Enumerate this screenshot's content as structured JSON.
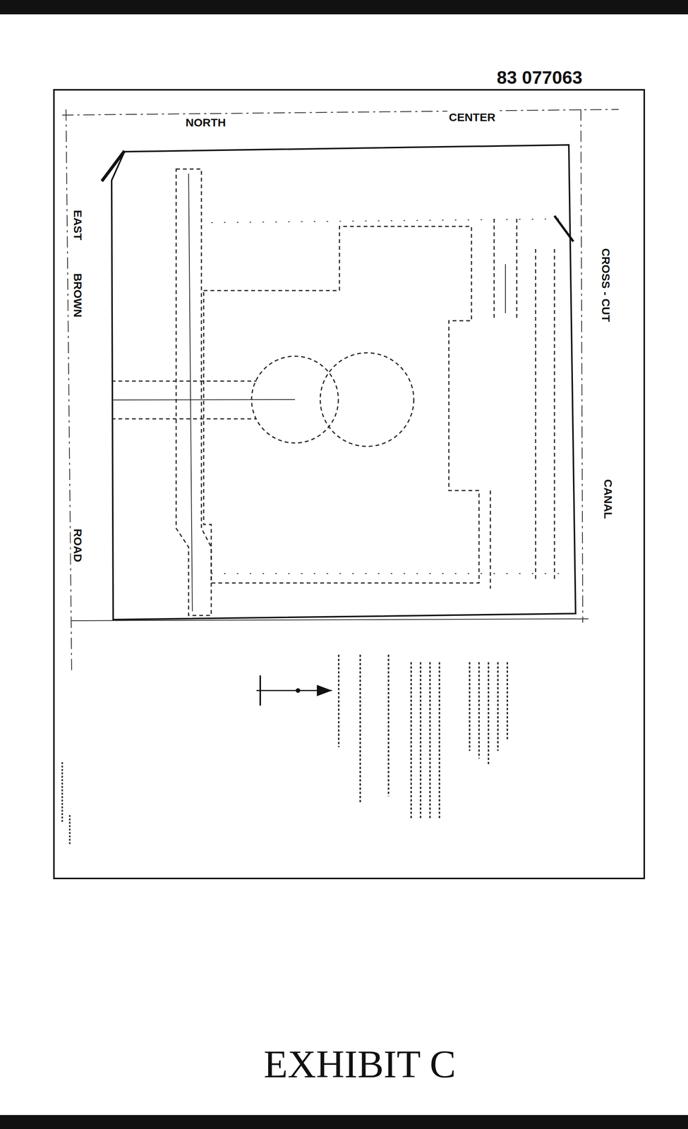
{
  "diagram": {
    "caption": "EXHIBIT C",
    "labels": [
      "83 077063",
      "NORTH",
      "CENTER",
      "EAST",
      "BROWN",
      "ROAD",
      "CROSS - CUT",
      "CANAL"
    ]
  }
}
